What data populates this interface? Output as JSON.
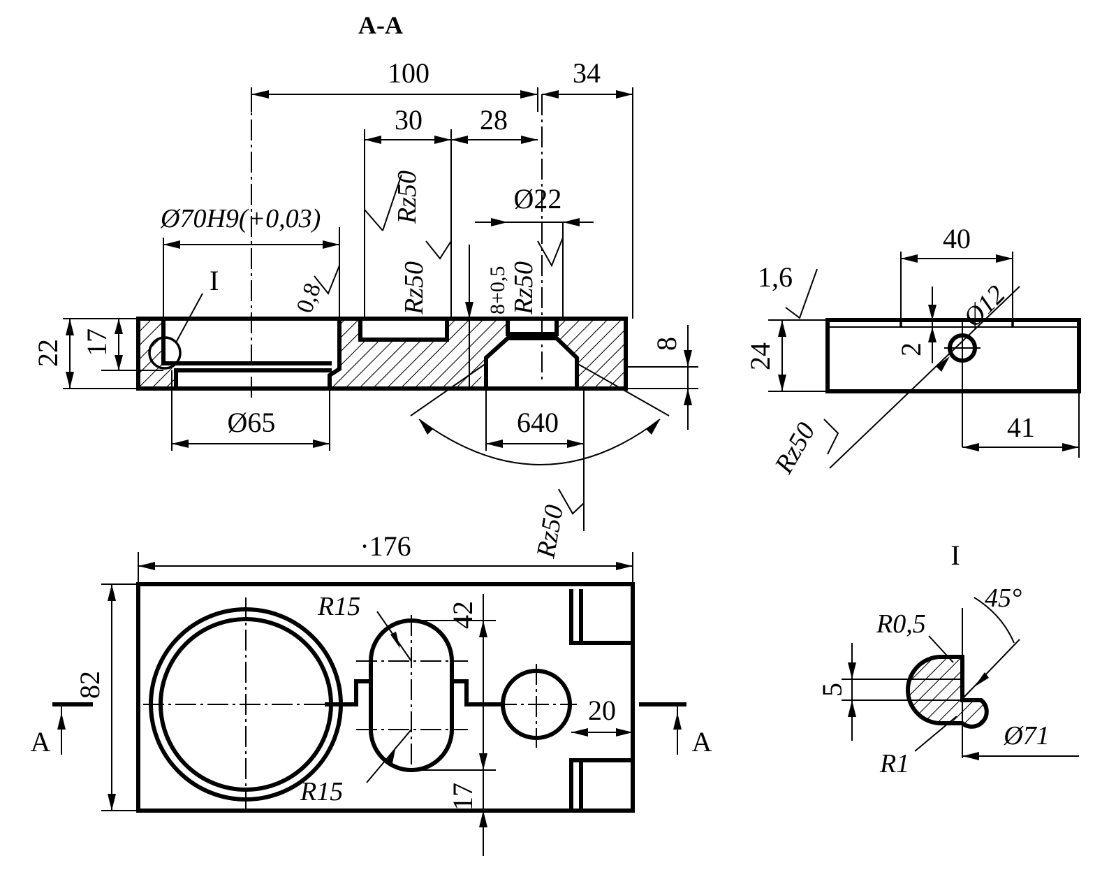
{
  "section_title": "A-A",
  "detail_title": "I",
  "section_mark": "A",
  "section_view": {
    "dim_overall_100": "100",
    "dim_34": "34",
    "dim_30": "30",
    "dim_28": "28",
    "dim_bore": "Ø70H9(+0,03)",
    "dim_d22": "Ø22",
    "dim_22": "22",
    "dim_17": "17",
    "dim_8": "8",
    "dim_d65": "Ø65",
    "dim_640": "640",
    "dim_8_tol": "8+0,5",
    "roughness_08": "0,8",
    "roughness_rz50": "Rz50",
    "callout_I": "I"
  },
  "side_view": {
    "dim_40": "40",
    "dim_16": "1,6",
    "dim_d12": "Ø12",
    "dim_24": "24",
    "dim_2": "2",
    "dim_41": "41",
    "roughness_rz50": "Rz50"
  },
  "plan_view": {
    "dim_176": "·176",
    "dim_82": "82",
    "dim_R15_top": "R15",
    "dim_R15_bottom": "R15",
    "dim_42": "42",
    "dim_17": "17",
    "dim_20": "20"
  },
  "detail_view": {
    "dim_R05": "R0,5",
    "dim_45": "45°",
    "dim_5": "5",
    "dim_R1": "R1",
    "dim_d71": "Ø71"
  }
}
